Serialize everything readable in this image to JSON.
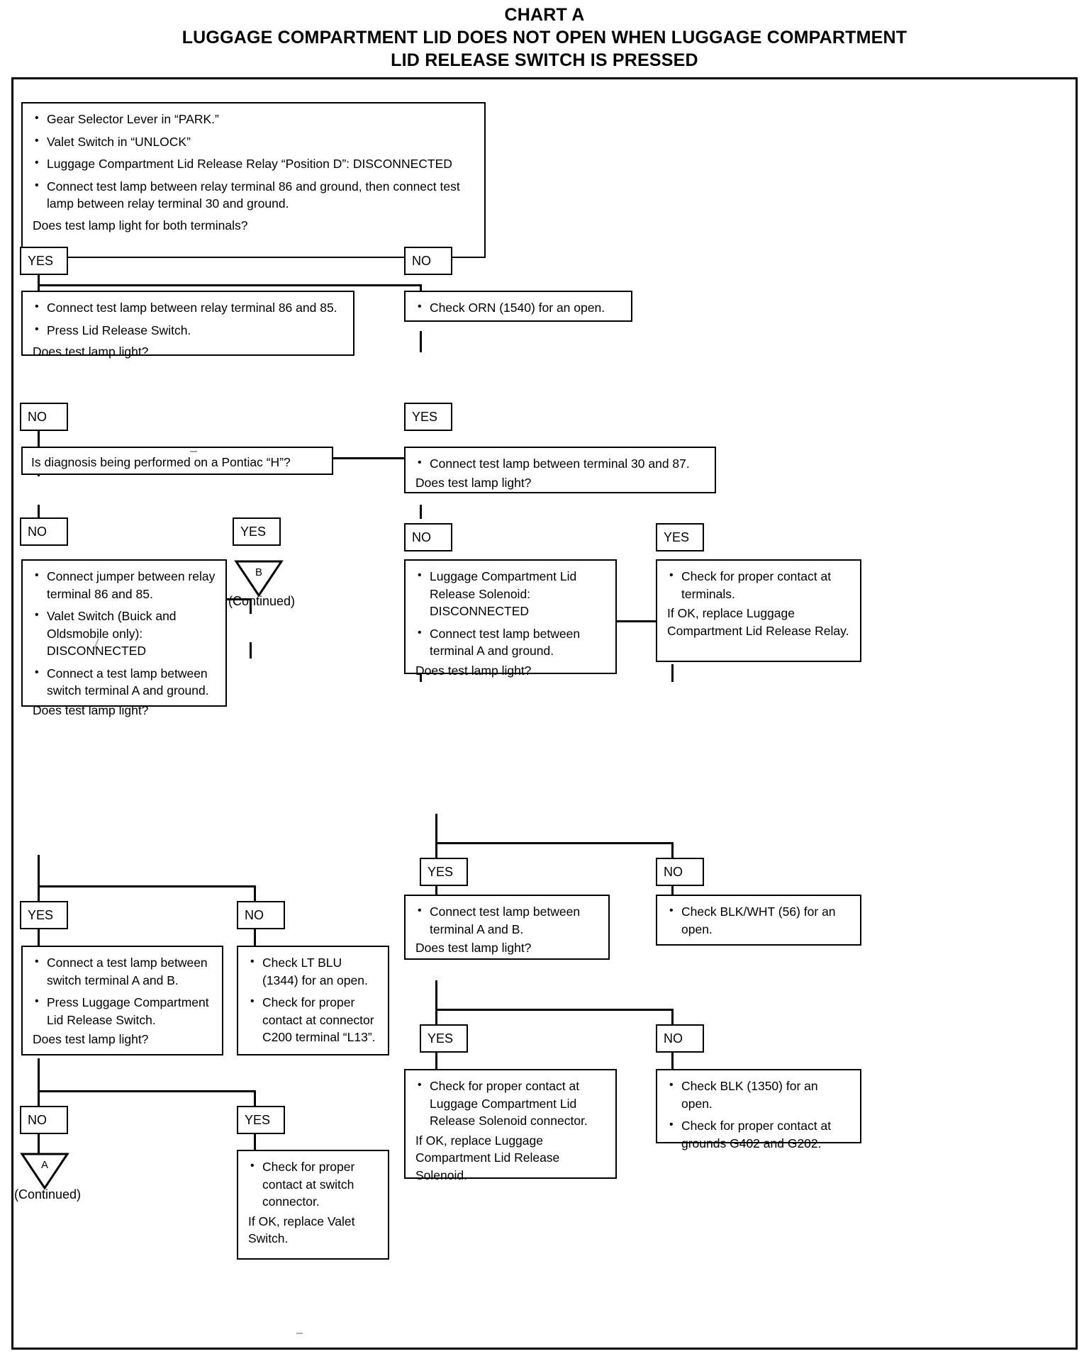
{
  "title": {
    "line1": "CHART A",
    "line2": "LUGGAGE COMPARTMENT LID DOES NOT OPEN WHEN LUGGAGE COMPARTMENT",
    "line3": "LID RELEASE SWITCH IS PRESSED"
  },
  "labels": {
    "yes": "YES",
    "no": "NO",
    "continued": "(Continued)",
    "connector_a": "A",
    "connector_b": "B"
  },
  "nodes": {
    "start": {
      "bullets": [
        "Gear Selector Lever in “PARK.”",
        "Valet Switch in “UNLOCK”",
        "Luggage Compartment Lid Release Relay “Position D”:  DISCONNECTED",
        "Connect test lamp between relay terminal 86 and ground, then connect test lamp between relay terminal 30 and ground."
      ],
      "question": "Does test lamp light for both terminals?"
    },
    "relay_86_85": {
      "bullets": [
        "Connect test lamp between relay terminal 86 and 85.",
        "Press Lid Release Switch."
      ],
      "question": "Does test lamp light?"
    },
    "check_orn": {
      "bullets": [
        "Check ORN (1540) for an open."
      ]
    },
    "pontiac_h": {
      "question": "Is diagnosis being performed on a Pontiac “H”?"
    },
    "terminal_30_87": {
      "bullets": [
        "Connect test lamp between terminal 30 and 87."
      ],
      "question": "Does test lamp light?"
    },
    "jumper_86_85": {
      "bullets": [
        "Connect jumper between relay terminal 86 and 85.",
        "Valet Switch (Buick and Oldsmobile only):  DISCONNECTED",
        "Connect a test lamp between switch terminal A and ground."
      ],
      "question": "Does test lamp light?"
    },
    "solenoid_disc": {
      "bullets": [
        "Luggage Compartment Lid Release Solenoid:  DISCONNECTED",
        "Connect test lamp between terminal A and ground."
      ],
      "question": "Does test lamp light?"
    },
    "contact_terminals_relay": {
      "bullets": [
        "Check for proper contact at terminals."
      ],
      "tail": "If OK, replace Luggage Compartment Lid Release Relay."
    },
    "switch_a_b": {
      "bullets": [
        "Connect a test lamp between switch terminal A and B.",
        "Press Luggage Compartment Lid Release Switch."
      ],
      "question": "Does test lamp light?"
    },
    "check_lt_blu": {
      "bullets": [
        "Check LT BLU (1344) for an open.",
        "Check for proper contact at connector C200 terminal “L13”."
      ]
    },
    "terminal_a_b": {
      "bullets": [
        "Connect test lamp between terminal A and B."
      ],
      "question": "Does test lamp light?"
    },
    "check_blk_wht": {
      "bullets": [
        "Check BLK/WHT (56) for an open."
      ]
    },
    "contact_switch_connector": {
      "bullets": [
        "Check for proper contact at switch connector."
      ],
      "tail": "If OK, replace Valet Switch."
    },
    "contact_solenoid_connector": {
      "bullets": [
        "Check for proper contact at Luggage Compartment Lid Release Solenoid connector."
      ],
      "tail": "If OK, replace Luggage Compartment Lid Release Solenoid."
    },
    "check_blk_1350": {
      "bullets": [
        "Check BLK (1350) for an open.",
        "Check for proper contact at grounds G402 and G202."
      ]
    }
  }
}
